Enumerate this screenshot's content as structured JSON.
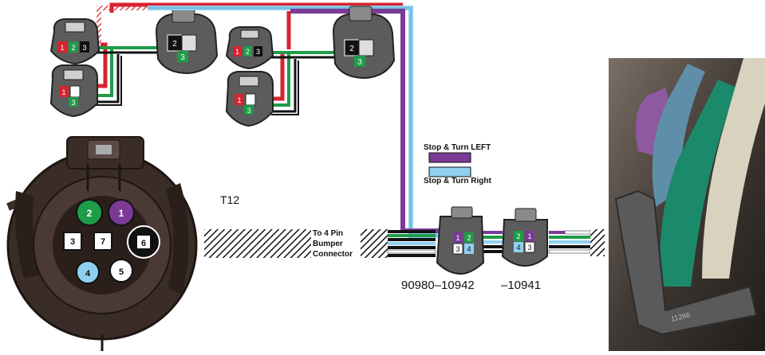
{
  "legend": {
    "left_label": "Stop & Turn LEFT",
    "right_label": "Stop & Turn Right",
    "left_color": "#7a3a96",
    "right_color": "#8fd0f0"
  },
  "labels": {
    "t12": "T12",
    "to_4pin_line1": "To 4 Pin",
    "to_4pin_line2": "Bumper",
    "to_4pin_line3": "Connector",
    "part_number_1": "90980–10942",
    "part_number_2": "–10941",
    "photo_marking": "11266"
  },
  "wire_colors": {
    "red": "#d7232e",
    "green": "#1e9c48",
    "black": "#111111",
    "white": "#ffffff",
    "purple": "#7a3a96",
    "light_blue": "#8fd0f0"
  },
  "lamp_plugs": [
    {
      "pins": [
        "1",
        "2",
        "3"
      ]
    },
    {
      "pins": [
        "2",
        "3"
      ]
    },
    {
      "pins": [
        "1",
        "3"
      ]
    },
    {
      "pins": [
        "1",
        "2",
        "3"
      ]
    },
    {
      "pins": [
        "2",
        "3"
      ]
    },
    {
      "pins": [
        "1",
        "3"
      ]
    }
  ],
  "round_connector_pins": [
    "1",
    "2",
    "3",
    "4",
    "5",
    "6",
    "7"
  ],
  "connector_10942": {
    "pins": [
      "1",
      "2",
      "3",
      "4"
    ]
  },
  "connector_10941": {
    "pins": [
      "2",
      "1",
      "4",
      "3"
    ]
  }
}
